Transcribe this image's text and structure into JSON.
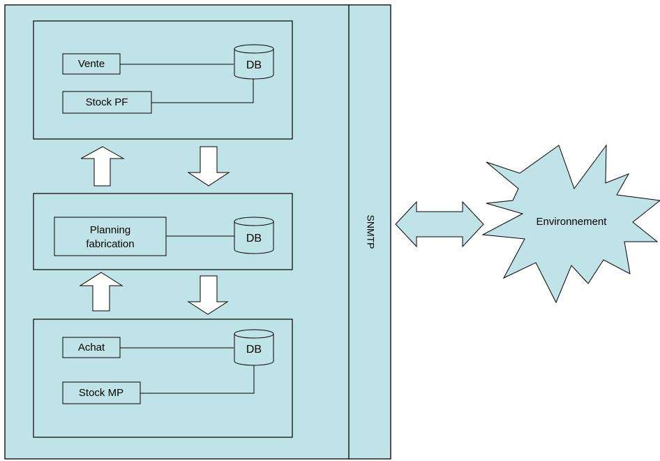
{
  "diagram": {
    "system_label": "SNMTP",
    "environment_label": "Environnement",
    "modules": {
      "top": {
        "items": [
          "Vente",
          "Stock PF"
        ],
        "db_label": "DB"
      },
      "middle": {
        "items": [
          "Planning",
          "fabrication"
        ],
        "db_label": "DB"
      },
      "bottom": {
        "items": [
          "Achat",
          "Stock MP"
        ],
        "db_label": "DB"
      }
    }
  },
  "colors": {
    "fill": "#bfe3e6",
    "stroke": "#000000",
    "background": "#ffffff"
  }
}
